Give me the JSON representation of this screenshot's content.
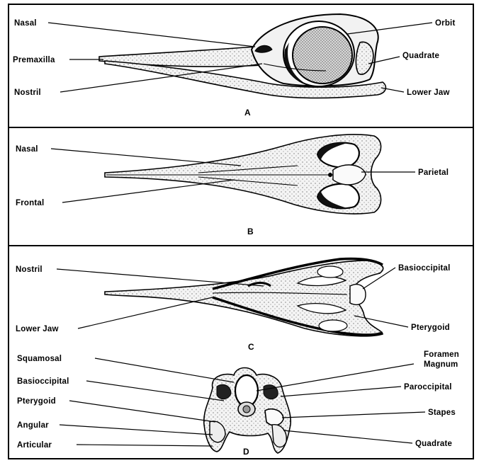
{
  "labels": {
    "a_nasal": "Nasal",
    "a_premaxilla": "Premaxilla",
    "a_nostril": "Nostril",
    "a_orbit": "Orbit",
    "a_quadrate": "Quadrate",
    "a_lower_jaw": "Lower Jaw",
    "b_nasal": "Nasal",
    "b_frontal": "Frontal",
    "b_parietal": "Parietal",
    "c_nostril": "Nostril",
    "c_lower_jaw": "Lower Jaw",
    "c_basioccipital": "Basioccipital",
    "c_pterygoid": "Pterygoid",
    "d_squamosal": "Squamosal",
    "d_basioccipital": "Basioccipital",
    "d_pterygoid": "Pterygoid",
    "d_angular": "Angular",
    "d_articular": "Articular",
    "d_foramen_1": "Foramen",
    "d_foramen_2": "Magnum",
    "d_paroccipital": "Paroccipital",
    "d_stapes": "Stapes",
    "d_quadrate": "Quadrate"
  },
  "captions": {
    "a": "A",
    "b": "B",
    "c": "C",
    "d": "D"
  }
}
